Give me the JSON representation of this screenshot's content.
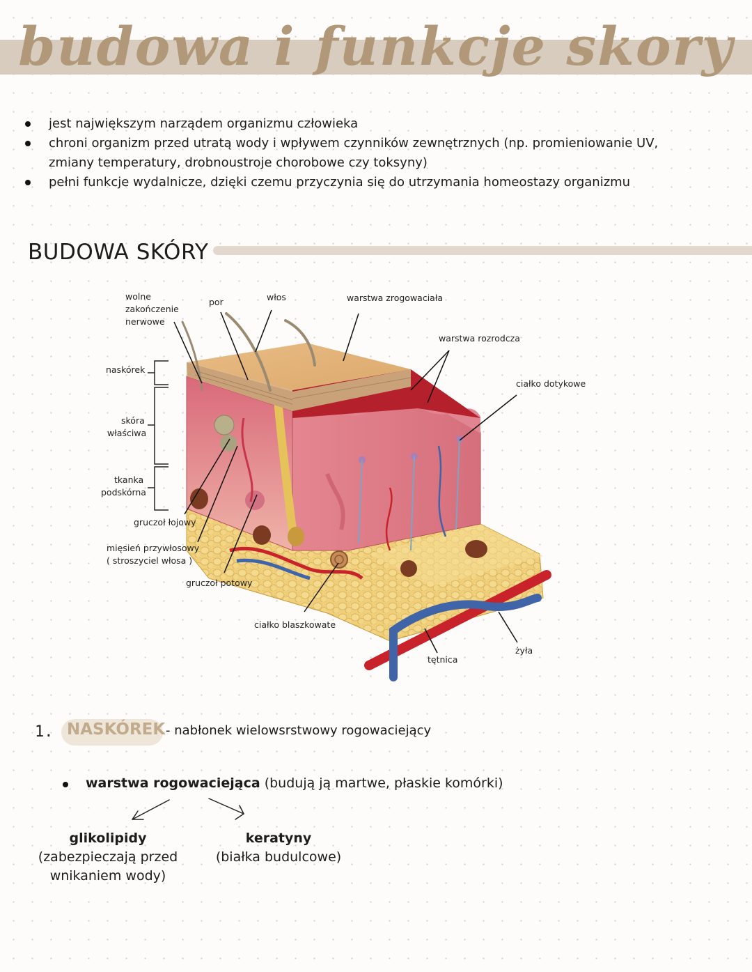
{
  "title": "budowa i funkcje skory",
  "intro_bullets": [
    "jest największym narządem organizmu człowieka",
    "chroni organizm przed utratą wody i wpływem czynników zewnętrznych (np. promieniowanie UV, zmiany temperatury, drobnoustroje chorobowe czy toksyny)",
    "pełni funkcje wydalnicze, dzięki czemu przyczynia się do utrzymania homeostazy organizmu"
  ],
  "section_title": "BUDOWA SKÓRY",
  "diagram_labels": {
    "wolne_line1": "wolne",
    "wolne_line2": "zakończenie",
    "wolne_line3": "nerwowe",
    "por": "por",
    "wlos": "włos",
    "warstwa_zrogowaciala": "warstwa zrogowaciała",
    "warstwa_rozrodcza": "warstwa rozrodcza",
    "cialko_dotykowe": "ciałko dotykowe",
    "naskorek": "naskórek",
    "skora_line1": "skóra",
    "skora_line2": "właściwa",
    "tkanka_line1": "tkanka",
    "tkanka_line2": "podskórna",
    "gruczol_lojowy": "gruczoł łojowy",
    "miesien_line1": "mięsień przywłosowy",
    "miesien_line2": "( stroszyciel włosa )",
    "gruczol_potowy": "gruczoł potowy",
    "cialko_blaszkowate": "ciałko blaszkowate",
    "tetnica": "tętnica",
    "zyla": "żyła"
  },
  "epidermis": {
    "number": "1.",
    "term": "NASKÓREK",
    "definition": "- nabłonek wielowsrstwowy rogowaciejący",
    "bullet_bold": "warstwa rogowaciejąca",
    "bullet_rest": " (budują ją martwe, płaskie komórki)",
    "left_title": "glikolipidy",
    "left_desc_line1": "(zabezpieczają przed",
    "left_desc_line2": "wnikaniem wody)",
    "right_title": "keratyny",
    "right_desc": "(białka budulcowe)"
  },
  "colors": {
    "title_band": "#d8ccbe",
    "title_text": "#b09878",
    "pill": "#efe6da",
    "pill_text": "#c1ab8c",
    "artery": "#c8232a",
    "vein": "#3f64a8"
  }
}
